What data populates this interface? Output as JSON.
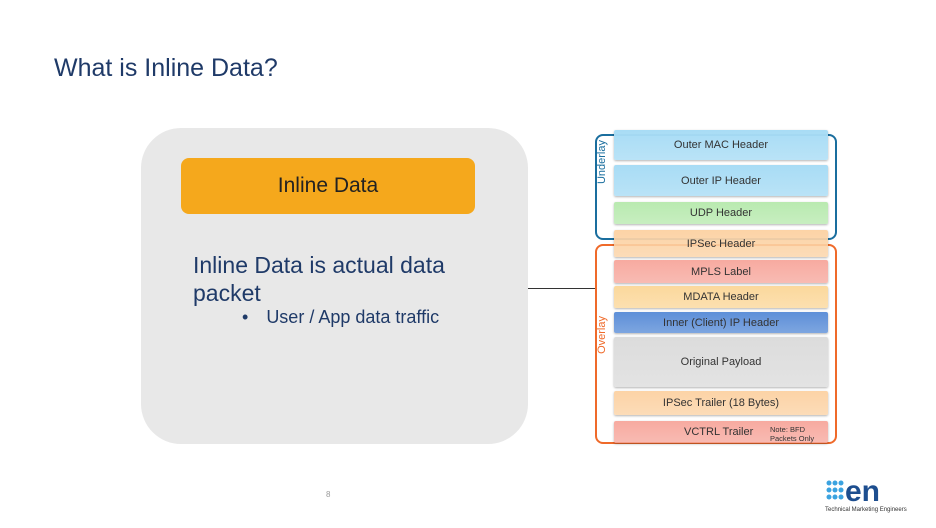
{
  "title": "What is Inline Data?",
  "panel": {
    "badge": "Inline Data",
    "description": "Inline Data is actual data packet",
    "bullets": [
      "User / App data traffic"
    ]
  },
  "diagram": {
    "underlay_label": "Underlay",
    "overlay_label": "Overlay",
    "rows": [
      {
        "label": "Outer MAC Header",
        "color": "#a8dcf5"
      },
      {
        "label": "Outer IP Header",
        "color": "#a8dcf5"
      },
      {
        "label": "UDP Header",
        "color": "#b9eab0"
      },
      {
        "label": "IPSec Header",
        "color": "#fcd3a6"
      },
      {
        "label": "MPLS Label",
        "color": "#f7aaa0"
      },
      {
        "label": "MDATA Header",
        "color": "#fbd89c"
      },
      {
        "label": "Inner (Client) IP Header",
        "color": "#5d8fd8"
      },
      {
        "label": "Original Payload",
        "color": "#dcdcdc"
      },
      {
        "label": "IPSec Trailer (18 Bytes)",
        "color": "#fcd3a6"
      },
      {
        "label": "VCTRL Trailer",
        "color": "#f7aaa0"
      }
    ],
    "note": "Note: BFD Packets Only"
  },
  "footer": {
    "page_number": "8",
    "logo_text": "Technical Marketing Engineers"
  }
}
